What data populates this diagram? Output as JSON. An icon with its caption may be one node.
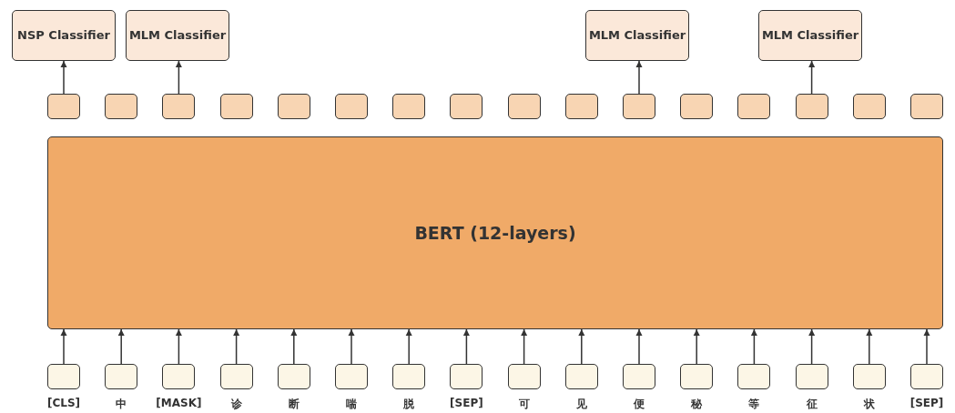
{
  "diagram": {
    "nodes": [
      {
        "text": [
          "NSP Classifier"
        ]
      },
      {
        "text": [
          "MLM Classifier"
        ]
      },
      {
        "text": [
          "MLM Classifier"
        ]
      },
      {
        "text": [
          "MLM Classifier"
        ]
      },
      {
        "text": [],
        "shape": "box"
      },
      {
        "text": [],
        "shape": "box"
      },
      {
        "text": [],
        "shape": "box"
      },
      {
        "text": [],
        "shape": "box"
      },
      {
        "text": [],
        "shape": "box"
      },
      {
        "text": [],
        "shape": "box"
      },
      {
        "text": [],
        "shape": "box"
      },
      {
        "text": [],
        "shape": "box"
      },
      {
        "text": [],
        "shape": "box"
      },
      {
        "text": [],
        "shape": "box"
      },
      {
        "text": [],
        "shape": "box"
      },
      {
        "text": [],
        "shape": "box"
      },
      {
        "text": [],
        "shape": "box"
      },
      {
        "text": [],
        "shape": "box"
      },
      {
        "text": [],
        "shape": "box"
      },
      {
        "text": [],
        "shape": "box"
      },
      {
        "text": [
          "BERT (12-layers)"
        ]
      },
      {
        "text": [],
        "shape": "box",
        "beside": [
          "[CLS]"
        ]
      },
      {
        "text": [],
        "shape": "box",
        "beside": [
          "中"
        ]
      },
      {
        "text": [],
        "shape": "box",
        "beside": [
          "[MASK]"
        ]
      },
      {
        "text": [],
        "shape": "box",
        "beside": [
          "诊"
        ]
      },
      {
        "text": [],
        "shape": "box",
        "beside": [
          "断"
        ]
      },
      {
        "text": [],
        "shape": "box",
        "beside": [
          "喘"
        ]
      },
      {
        "text": [],
        "shape": "box",
        "beside": [
          "脱"
        ]
      },
      {
        "text": [],
        "shape": "box",
        "beside": [
          "[SEP]"
        ]
      },
      {
        "text": [],
        "shape": "box",
        "beside": [
          "可"
        ]
      },
      {
        "text": [],
        "shape": "box",
        "beside": [
          "见"
        ]
      },
      {
        "text": [],
        "shape": "box",
        "beside": [
          "便"
        ]
      },
      {
        "text": [],
        "shape": "box",
        "beside": [
          "秘"
        ]
      },
      {
        "text": [],
        "shape": "box",
        "beside": [
          "等"
        ]
      },
      {
        "text": [],
        "shape": "box",
        "beside": [
          "征"
        ]
      },
      {
        "text": [],
        "shape": "box",
        "beside": [
          "状"
        ]
      },
      {
        "text": [],
        "shape": "box",
        "beside": [
          "[SEP]"
        ]
      }
    ],
    "edges": [
      {
        "from": 21,
        "to": 20,
        "arrow": "to"
      },
      {
        "from": 22,
        "to": 20,
        "arrow": "to"
      },
      {
        "from": 23,
        "to": 20,
        "arrow": "to"
      },
      {
        "from": 24,
        "to": 20,
        "arrow": "to"
      },
      {
        "from": 25,
        "to": 20,
        "arrow": "to"
      },
      {
        "from": 26,
        "to": 20,
        "arrow": "to"
      },
      {
        "from": 27,
        "to": 20,
        "arrow": "to"
      },
      {
        "from": 28,
        "to": 20,
        "arrow": "to"
      },
      {
        "from": 29,
        "to": 20,
        "arrow": "to"
      },
      {
        "from": 30,
        "to": 20,
        "arrow": "to"
      },
      {
        "from": 31,
        "to": 20,
        "arrow": "to"
      },
      {
        "from": 32,
        "to": 20,
        "arrow": "to"
      },
      {
        "from": 33,
        "to": 20,
        "arrow": "to"
      },
      {
        "from": 34,
        "to": 20,
        "arrow": "to"
      },
      {
        "from": 35,
        "to": 20,
        "arrow": "to"
      },
      {
        "from": 36,
        "to": 20,
        "arrow": "to"
      },
      {
        "from": 4,
        "to": 0,
        "arrow": "to"
      },
      {
        "from": 6,
        "to": 1,
        "arrow": "to"
      },
      {
        "from": 14,
        "to": 2,
        "arrow": "to"
      },
      {
        "from": 17,
        "to": 3,
        "arrow": "to"
      }
    ]
  }
}
